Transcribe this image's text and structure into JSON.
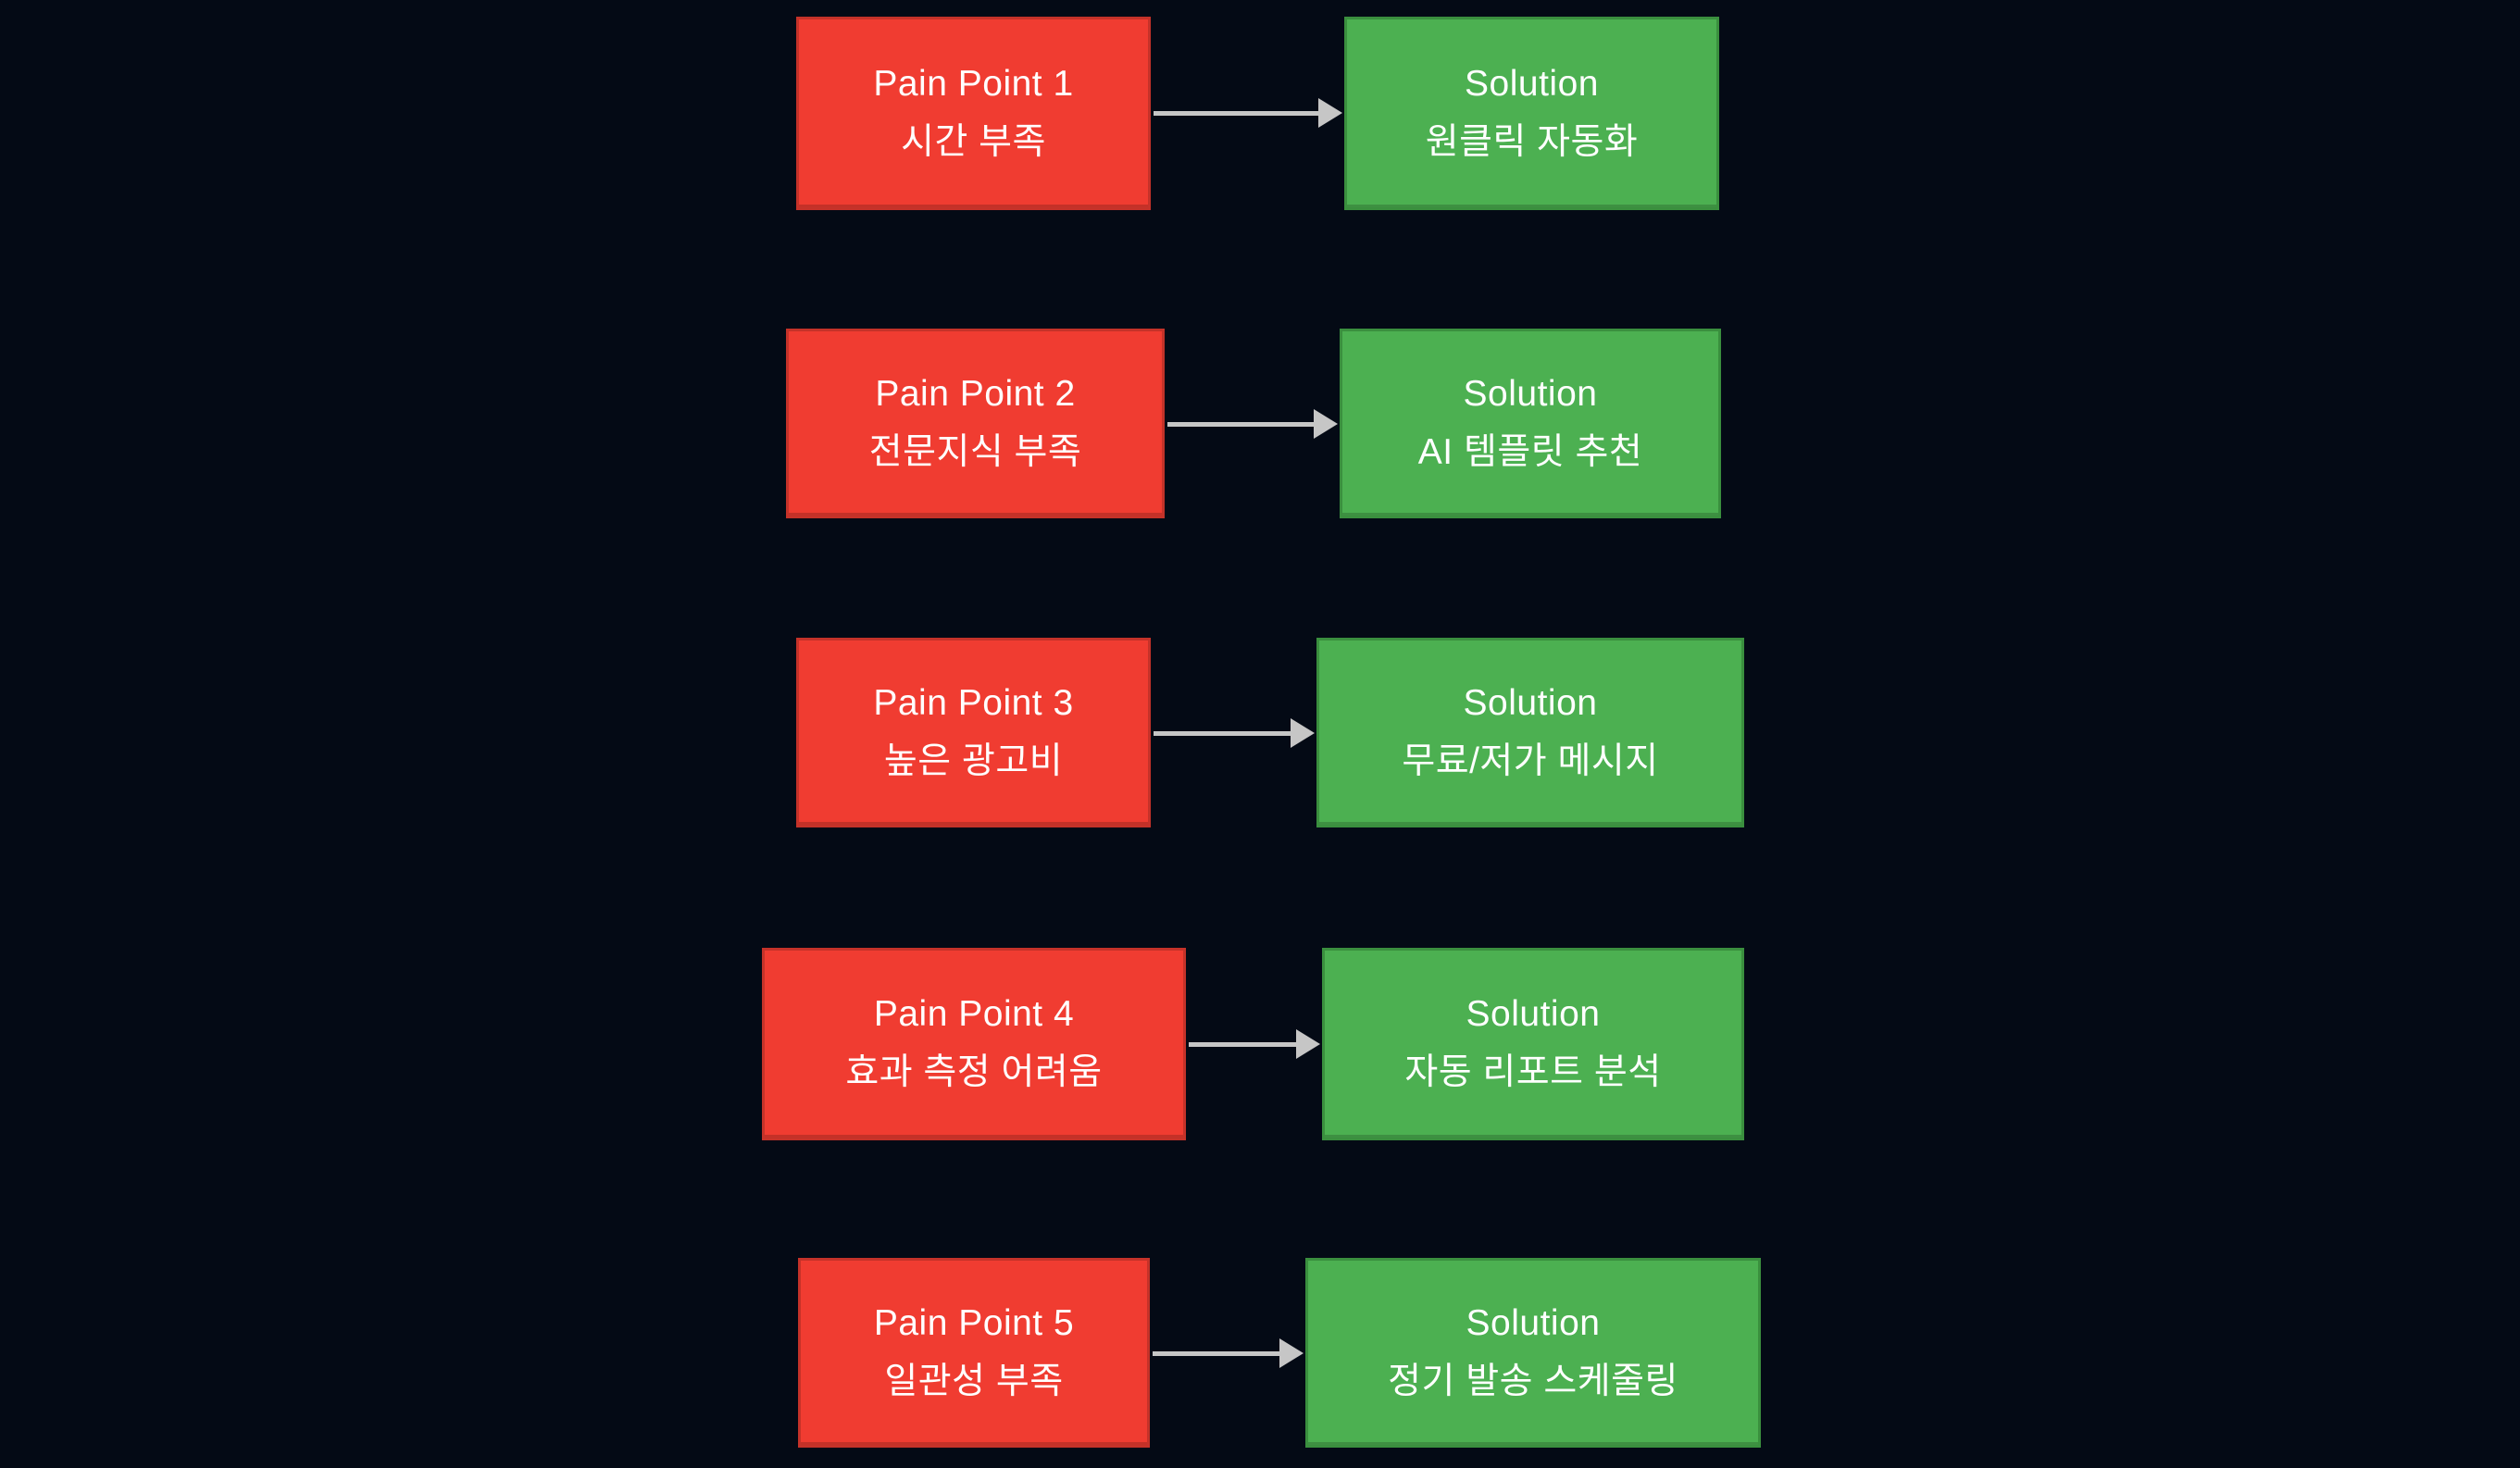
{
  "diagram": {
    "colors": {
      "background": "#040a15",
      "pain_fill": "#f03c31",
      "pain_border": "#c53229",
      "solution_fill": "#4cb051",
      "solution_border": "#3a8f3e",
      "arrow": "#c6c6c6",
      "text": "#ffffff"
    },
    "rows": [
      {
        "pain_title": "Pain Point 1",
        "pain_detail": "시간 부족",
        "solution_title": "Solution",
        "solution_detail": "원클릭 자동화"
      },
      {
        "pain_title": "Pain Point 2",
        "pain_detail": "전문지식 부족",
        "solution_title": "Solution",
        "solution_detail": "AI 템플릿 추천"
      },
      {
        "pain_title": "Pain Point 3",
        "pain_detail": "높은 광고비",
        "solution_title": "Solution",
        "solution_detail": "무료/저가 메시지"
      },
      {
        "pain_title": "Pain Point 4",
        "pain_detail": "효과 측정 어려움",
        "solution_title": "Solution",
        "solution_detail": "자동 리포트 분석"
      },
      {
        "pain_title": "Pain Point 5",
        "pain_detail": "일관성 부족",
        "solution_title": "Solution",
        "solution_detail": "정기 발송 스케줄링"
      }
    ]
  }
}
